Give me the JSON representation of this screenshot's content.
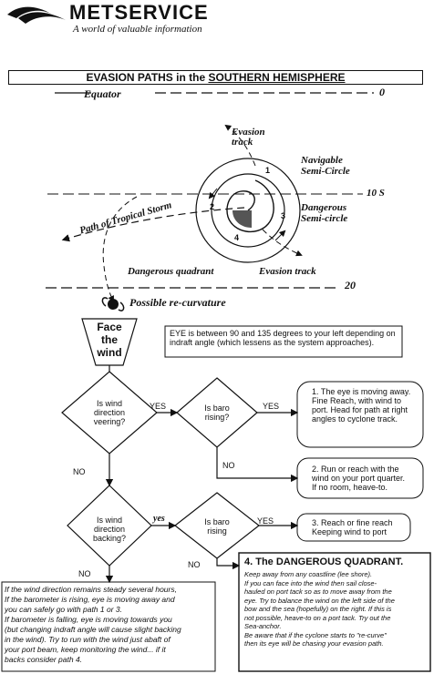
{
  "header": {
    "brand": "METSERVICE",
    "tagline": "A world of valuable information"
  },
  "title": {
    "prefix": "EVASION PATHS in the ",
    "emphasis": "SOUTHERN HEMISPHERE"
  },
  "map": {
    "equator_label": "Equator",
    "equator_lat": "0",
    "lat_10": "10 S",
    "lat_20": "20",
    "evasion_track_top": "Evasion track",
    "navigable": "Navigable Semi-Circle",
    "dangerous_semi": "Dangerous Semi-circle",
    "path_label": "Path of Tropical Storm",
    "dangerous_quadrant": "Dangerous quadrant",
    "evasion_track_bottom": "Evasion track",
    "recurvature": "Possible re-curvature",
    "n1": "1",
    "n2": "2",
    "n3": "3",
    "n4": "4"
  },
  "flow": {
    "start": "Face the wind",
    "eye_note": "EYE is between 90 and 135 degrees to your left depending on indraft angle (which lessens as the system approaches).",
    "q_veering": "Is wind direction veering?",
    "q_baro_rising": "Is baro rising?",
    "q_backing": "Is wind direction backing?",
    "q_baro_rising2": "Is baro rising",
    "yes": "YES",
    "yes_hand": "yes",
    "no": "NO",
    "r1": "1. The eye is moving away. Fine Reach, with wind to port. Head for path at right angles to cyclone track.",
    "r2_a": "2. Run or reach with the wind on your port quarter.",
    "r2_b": "If no room, heave-to.",
    "r3": "3. Reach or fine reach Keeping wind to port",
    "dq_title": "4. The DANGEROUS QUADRANT.",
    "dq_lines": [
      "Keep away from any coastline (lee shore).",
      "If you can face into the wind then sail close-",
      "hauled on port tack so as to move away from the",
      "eye. Try to balance the wind on the left side of the",
      "bow and the sea (hopefully) on the right. If this is",
      "not possible, heave-to on a port tack. Try out the",
      "Sea-anchor.",
      "Be aware that if the cyclone starts to \"re-curve\"",
      "then its eye will be chasing your evasion path."
    ],
    "steady_lines": [
      "If the wind direction remains steady several hours,",
      "If the barometer is rising, eye is moving away and",
      "you can safely go with path 1 or 3.",
      "If barometer is falling, eye is moving towards you",
      "(but changing indraft angle will cause slight backing",
      "in the wind). Try to run with the wind just abaft of",
      "your port beam, keep monitoring the wind... if it",
      "backs consider path 4."
    ]
  }
}
